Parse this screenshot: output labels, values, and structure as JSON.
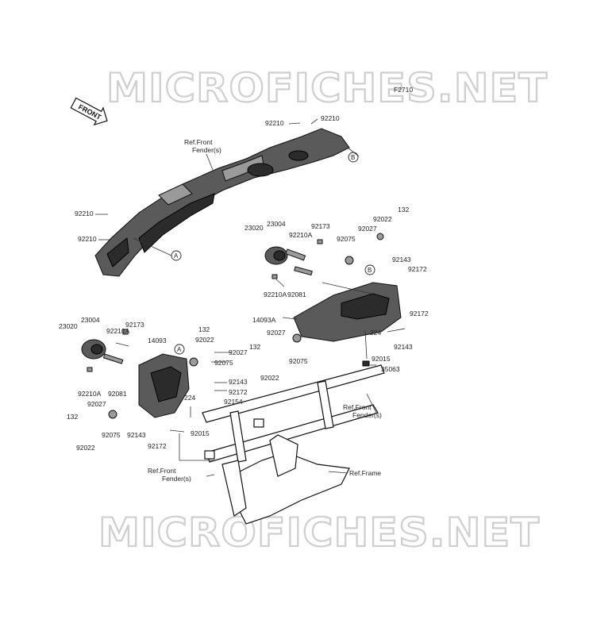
{
  "watermarks": [
    "MICROFICHES.NET",
    "MICROFICHES.NET"
  ],
  "figure_code": "F2710",
  "front_arrow": "FRONT",
  "callouts": {
    "a": "A",
    "b": "B"
  },
  "references": {
    "front_fender_top": [
      "Ref.Front",
      "Fender(s)"
    ],
    "front_fender_mid": [
      "Ref.Front",
      "Fender(s)"
    ],
    "front_fender_bottom": [
      "Ref.Front",
      "Fender(s)"
    ],
    "frame": "Ref.Frame"
  },
  "part_labels": [
    {
      "id": "p1",
      "text": "92210"
    },
    {
      "id": "p2",
      "text": "92210"
    },
    {
      "id": "p3",
      "text": "92210"
    },
    {
      "id": "p4",
      "text": "92210"
    },
    {
      "id": "p5",
      "text": "23020"
    },
    {
      "id": "p6",
      "text": "23004"
    },
    {
      "id": "p7",
      "text": "92210A"
    },
    {
      "id": "p8",
      "text": "92173"
    },
    {
      "id": "p9",
      "text": "92075"
    },
    {
      "id": "p10",
      "text": "92027"
    },
    {
      "id": "p11",
      "text": "92022"
    },
    {
      "id": "p12",
      "text": "132"
    },
    {
      "id": "p13",
      "text": "92143"
    },
    {
      "id": "p14",
      "text": "92172"
    },
    {
      "id": "p15",
      "text": "92210A"
    },
    {
      "id": "p16",
      "text": "92081"
    },
    {
      "id": "p17",
      "text": "14093A"
    },
    {
      "id": "p18",
      "text": "92027"
    },
    {
      "id": "p19",
      "text": "132"
    },
    {
      "id": "p20",
      "text": "92022"
    },
    {
      "id": "p21",
      "text": "92075"
    },
    {
      "id": "p22",
      "text": "224"
    },
    {
      "id": "p23",
      "text": "92015"
    },
    {
      "id": "p24",
      "text": "92172"
    },
    {
      "id": "p25",
      "text": "92143"
    },
    {
      "id": "p26",
      "text": "35063"
    },
    {
      "id": "p27",
      "text": "23020"
    },
    {
      "id": "p28",
      "text": "23004"
    },
    {
      "id": "p29",
      "text": "92173"
    },
    {
      "id": "p30",
      "text": "92210A"
    },
    {
      "id": "p31",
      "text": "14093"
    },
    {
      "id": "p32",
      "text": "132"
    },
    {
      "id": "p33",
      "text": "92022"
    },
    {
      "id": "p34",
      "text": "92027"
    },
    {
      "id": "p35",
      "text": "92075"
    },
    {
      "id": "p36",
      "text": "92210A"
    },
    {
      "id": "p37",
      "text": "92081"
    },
    {
      "id": "p38",
      "text": "92143"
    },
    {
      "id": "p39",
      "text": "92172"
    },
    {
      "id": "p40",
      "text": "224"
    },
    {
      "id": "p41",
      "text": "92154"
    },
    {
      "id": "p42",
      "text": "132"
    },
    {
      "id": "p43",
      "text": "92027"
    },
    {
      "id": "p44",
      "text": "92075"
    },
    {
      "id": "p45",
      "text": "92143"
    },
    {
      "id": "p46",
      "text": "92015"
    },
    {
      "id": "p47",
      "text": "92172"
    },
    {
      "id": "p48",
      "text": "92022"
    }
  ]
}
